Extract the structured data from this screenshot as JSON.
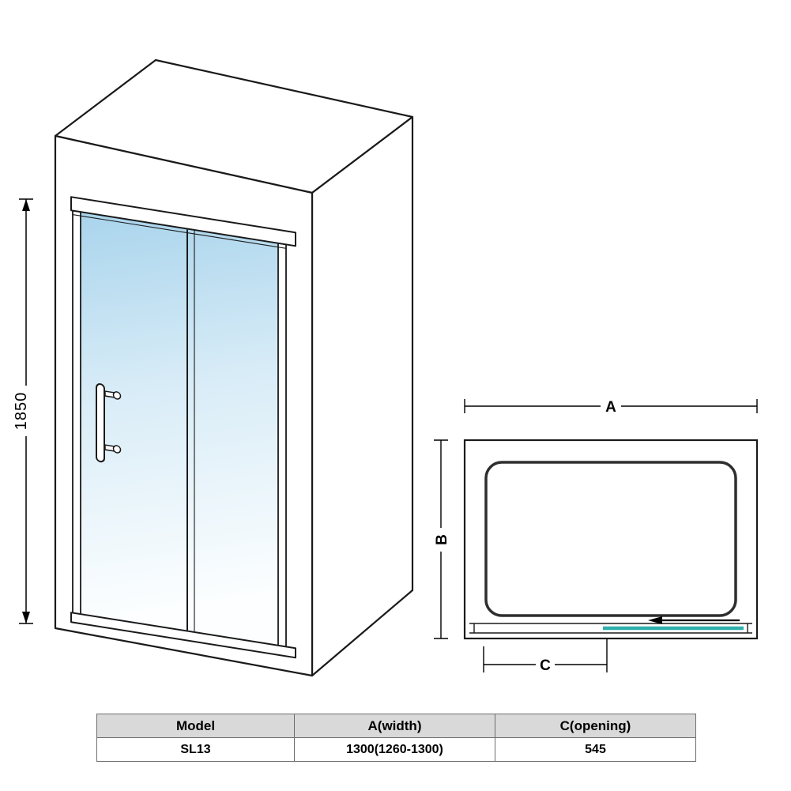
{
  "diagram": {
    "front_view": {
      "height_dimension": "1850"
    },
    "plan_view": {
      "width_dim_label": "A",
      "depth_dim_label": "B",
      "opening_dim_label": "C"
    },
    "colors": {
      "line": "#1a1a1a",
      "glass_blue_top": "#aed7ee",
      "glass_teal": "#2fb0ad",
      "table_header_bg": "#d9d9d9"
    }
  },
  "table": {
    "headers": [
      "Model",
      "A(width)",
      "C(opening)"
    ],
    "rows": [
      [
        "SL13",
        "1300(1260-1300)",
        "545"
      ]
    ]
  }
}
